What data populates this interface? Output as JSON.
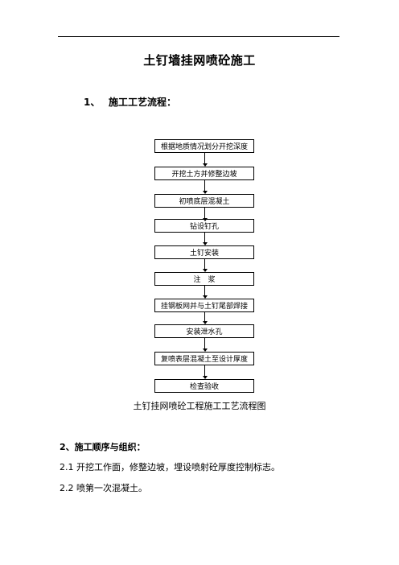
{
  "document": {
    "title": "土钉墙挂网喷砼施工",
    "section1_number": "1、",
    "section1_title": "施工工艺流程：",
    "flow_steps": [
      "根据地质情况划分开挖深度",
      "开挖土方并修整边坡",
      "初喷底层混凝土",
      "钻设钉孔",
      "土钉安装",
      "注　浆",
      "挂钢板网并与土钉尾部焊接",
      "安装泄水孔",
      "复喷表层混凝土至设计厚度",
      "检查验收"
    ],
    "flow_caption": "土钉挂网喷砼工程施工工艺流程图",
    "section2_title": "2、施工顺序与组织：",
    "paragraphs": [
      "2.1 开挖工作面，修整边坡，埋设喷射砼厚度控制标志。",
      "2.2 喷第一次混凝土。"
    ]
  }
}
